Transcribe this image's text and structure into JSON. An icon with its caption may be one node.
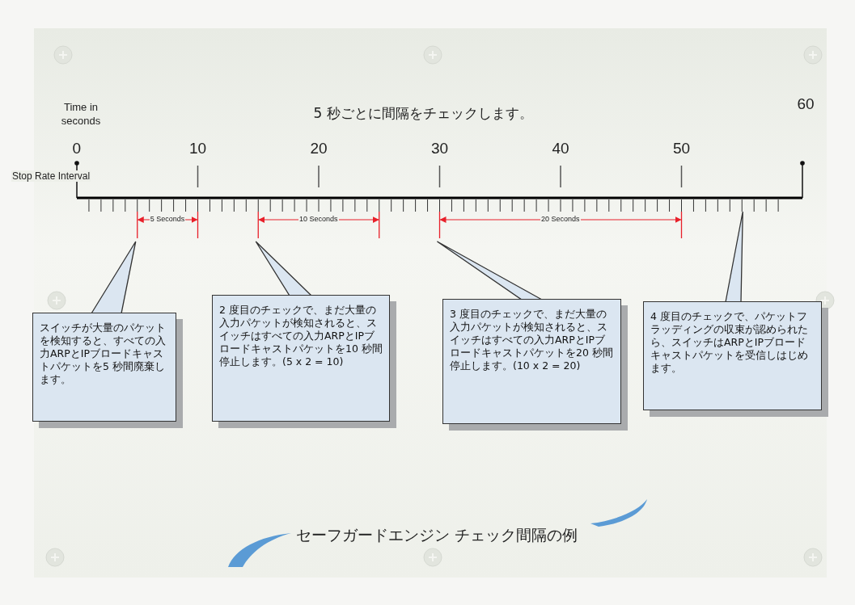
{
  "diagram": {
    "title": "5 秒ごとに間隔をチェックします。",
    "caption": "セーフガードエンジン チェック間隔の例",
    "nodes": [
      {
        "text": [
          "スイッチが大量のパケットを検知すると、すべての入力ARPとIPブロードキャストパケットを5 秒間廃棄します。"
        ]
      },
      {
        "text": [
          "2 度目のチェックで、まだ大量の入力パケットが検知されると、スイッチはすべての入力ARPとIPブロードキャストパケットを10 秒間停止します。(5 x 2 = 10)"
        ]
      },
      {
        "text": [
          "3 度目のチェックで、まだ大量の入力パケットが検知されると、スイッチはすべての入力ARPとIPブロードキャストパケットを20 秒間停止します。(10 x 2 = 20)"
        ]
      },
      {
        "text": [
          "4 度目のチェックで、パケットフラッディングの収束が認められたら、スイッチはARPとIPブロードキャストパケットを受信しはじめます。"
        ]
      }
    ],
    "edges": [
      {
        "from": 0,
        "to": null,
        "arrow": "none"
      },
      {
        "from": 1,
        "to": null,
        "arrow": "none"
      },
      {
        "from": 2,
        "to": null,
        "arrow": "none"
      },
      {
        "from": 3,
        "to": null,
        "arrow": "none"
      }
    ],
    "labels": [
      "Time in seconds",
      "60",
      "0",
      "10",
      "20",
      "30",
      "40",
      "50",
      "Stop Rate Interval",
      "5 Seconds",
      "10 Seconds",
      "20 Seconds"
    ]
  }
}
